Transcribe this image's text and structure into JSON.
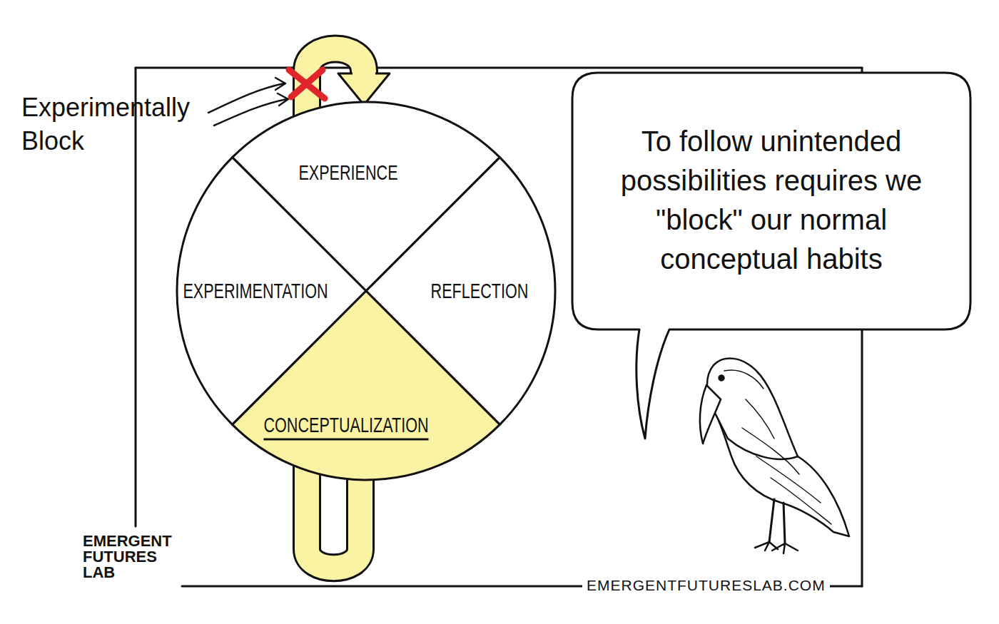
{
  "diagram": {
    "nodes": [
      {
        "text": [
          "EXPERIENCE"
        ]
      },
      {
        "text": [
          "EXPERIMENTATION"
        ]
      },
      {
        "text": [
          "REFLECTION"
        ]
      },
      {
        "text": [
          "CONCEPTUALIZATION"
        ]
      },
      {
        "text": [
          "To follow unintended possibilities requires we \"block\" our normal conceptual habits"
        ]
      }
    ],
    "edges": [
      {
        "from": 3,
        "to": 0,
        "arrow": "to"
      }
    ],
    "labels": [
      "Experimentally Block",
      "EMERGENT FUTURES LAB",
      "EMERGENTFUTURESLAB.COM"
    ]
  }
}
